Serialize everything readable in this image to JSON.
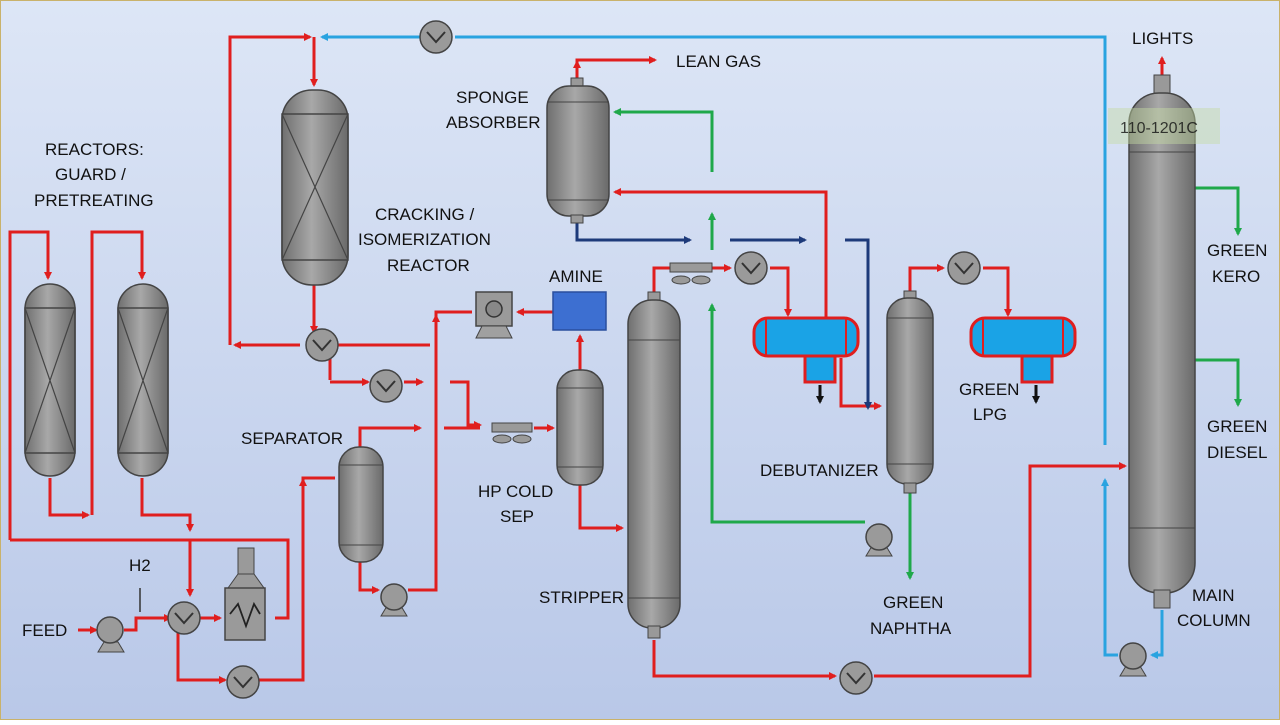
{
  "labels": {
    "lights": "LIGHTS",
    "lean_gas": "LEAN GAS",
    "sponge": "SPONGE",
    "absorber": "ABSORBER",
    "reactors1": "REACTORS:",
    "reactors2": "GUARD /",
    "reactors3": "PRETREATING",
    "cracking1": "CRACKING /",
    "cracking2": "ISOMERIZATION",
    "cracking3": "REACTOR",
    "amine": "AMINE",
    "separator": "SEPARATOR",
    "hp1": "HP COLD",
    "hp2": "SEP",
    "h2": "H2",
    "feed": "FEED",
    "stripper": "STRIPPER",
    "debutanizer": "DEBUTANIZER",
    "lpg1": "GREEN",
    "lpg2": "LPG",
    "naphtha1": "GREEN",
    "naphtha2": "NAPHTHA",
    "kero1": "GREEN",
    "kero2": "KERO",
    "diesel1": "GREEN",
    "diesel2": "DIESEL",
    "main1": "MAIN",
    "main2": "COLUMN",
    "watermark": "110-1201C"
  },
  "colors": {
    "hot_stream": "#e01e1e",
    "cold_stream": "#29a3e0",
    "product_stream": "#1fa84a",
    "vapor_stream": "#1d3a7a",
    "vessel": "#8f8f8f",
    "amine": "#3d6fd1",
    "drum": "#1aa3e6"
  }
}
